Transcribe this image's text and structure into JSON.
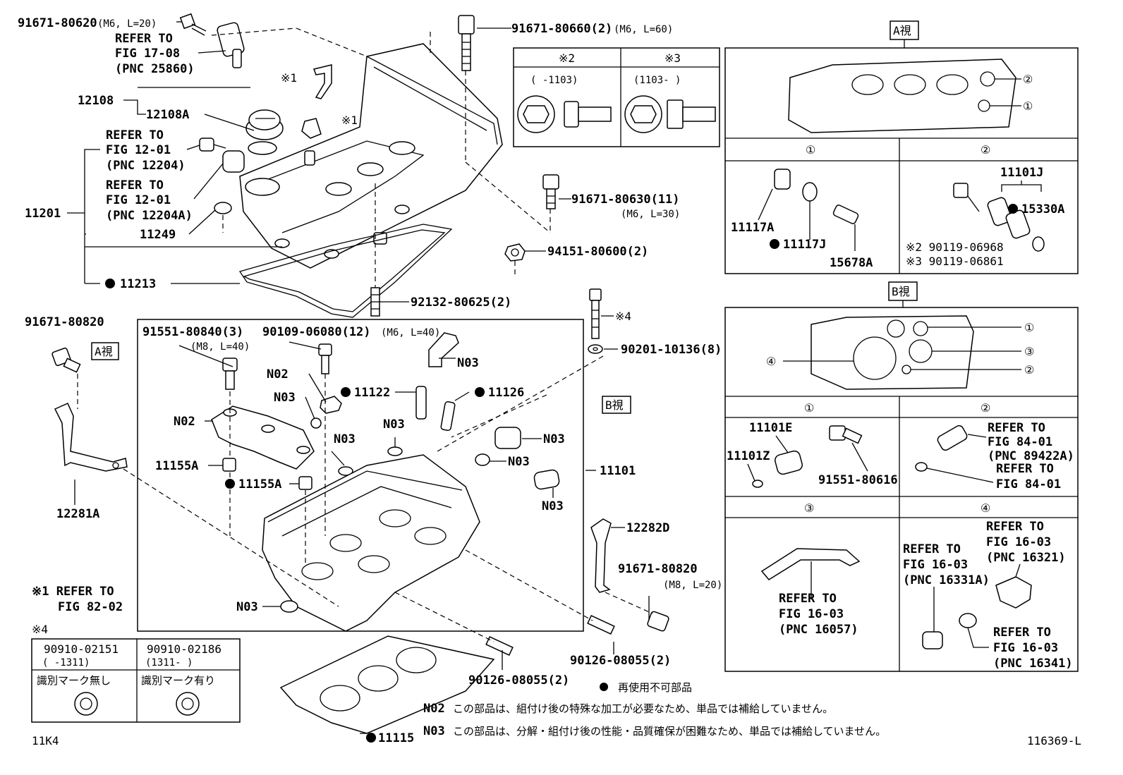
{
  "labels": {
    "p_91671_80620": "91671-80620",
    "p_91671_80620_spec": "(M6, L=20)",
    "refer_17_08_a": "REFER TO",
    "refer_17_08_b": "FIG 17-08",
    "refer_17_08_c": "(PNC 25860)",
    "p_91671_80660": "91671-80660(2)",
    "p_91671_80660_spec": "(M6, L=60)",
    "p_12108": "12108",
    "p_12108A": "12108A",
    "note1_mark_a": "※1",
    "note1_mark_b": "※1",
    "refer_12_01_a1": "REFER TO",
    "refer_12_01_a2": "FIG 12-01",
    "refer_12_01_a3": "(PNC 12204)",
    "refer_12_01_b1": "REFER TO",
    "refer_12_01_b2": "FIG 12-01",
    "refer_12_01_b3": "(PNC 12204A)",
    "p_11201": "11201",
    "p_11249": "11249",
    "p_11213": "11213",
    "p_91671_80630": "91671-80630(11)",
    "p_91671_80630_spec": "(M6, L=30)",
    "p_94151_80600": "94151-80600(2)",
    "p_92132_80625": "92132-80625(2)",
    "p_91671_80820_a": "91671-80820",
    "view_a_small": "A視",
    "p_91551_80840": "91551-80840(3)",
    "p_91551_80840_spec": "(M8, L=40)",
    "p_90109_06080": "90109-06080(12)",
    "p_90109_06080_spec": "(M6, L=40)",
    "n02_a": "N02",
    "n03_a": "N03",
    "n03_b": "N03",
    "p_11122": "11122",
    "p_11126": "11126",
    "n02_b": "N02",
    "n03_c": "N03",
    "n03_d": "N03",
    "n03_e": "N03",
    "n03_f": "N03",
    "n03_g": "N03",
    "n03_h": "N03",
    "p_11155A_a": "11155A",
    "p_11155A_b": "11155A",
    "p_11101": "11101",
    "p_12281A": "12281A",
    "p_12282D": "12282D",
    "p_91671_80820_b": "91671-80820",
    "p_91671_80820_b_spec": "(M8, L=20)",
    "note4_mark": "※4",
    "p_90201_10136": "90201-10136(8)",
    "view_b_small": "B視",
    "p_90126_08055_a": "90126-08055(2)",
    "p_90126_08055_b": "90126-08055(2)",
    "p_11115": "11115",
    "note1_refer_a": "※1 REFER TO",
    "note1_refer_b": "FIG 82-02",
    "note4_title": "※4",
    "note4_col1_part": "90910-02151",
    "note4_col1_range": "(      -1311)",
    "note4_col1_mark": "識別マーク無し",
    "note4_col2_part": "90910-02186",
    "note4_col2_range": "(1311-      )",
    "note4_col2_mark": "識別マーク有り",
    "footer_left": "11K4",
    "footer_right": "116369-L",
    "legend_dot": "再使用不可部品",
    "legend_n02_code": "N02",
    "legend_n02_text": "この部品は、組付け後の特殊な加工が必要なため、単品では補給していません。",
    "legend_n03_code": "N03",
    "legend_n03_text": "この部品は、分解・組付け後の性能・品質確保が困難なため、単品では補給していません。",
    "bolt_table_h1": "※2",
    "bolt_table_h2": "※3",
    "bolt_table_r1": "(      -1103)",
    "bolt_table_r2": "(1103-      )",
    "viewA_title": "A視",
    "viewA_c1": "①",
    "viewA_c2": "②",
    "viewA_sec1": "①",
    "viewA_sec2": "②",
    "p_11117A": "11117A",
    "p_11117J": "11117J",
    "p_15678A": "15678A",
    "p_11101J": "11101J",
    "p_15330A": "15330A",
    "p_90119_06968": "※2 90119-06968",
    "p_90119_06861": "※3 90119-06861",
    "viewB_title": "B視",
    "viewB_c1": "①",
    "viewB_c2": "②",
    "viewB_c3": "③",
    "viewB_c4": "④",
    "viewB_sec1": "①",
    "viewB_sec2": "②",
    "viewB_sec3": "③",
    "viewB_sec4": "④",
    "p_11101E": "11101E",
    "p_11101Z": "11101Z",
    "p_91551_80616": "91551-80616",
    "refer_84_01_a1": "REFER TO",
    "refer_84_01_a2": "FIG 84-01",
    "refer_84_01_a3": "(PNC 89422A)",
    "refer_84_01_b1": "REFER TO",
    "refer_84_01_b2": "FIG 84-01",
    "refer_16_03_a1": "REFER TO",
    "refer_16_03_a2": "FIG 16-03",
    "refer_16_03_a3": "(PNC 16057)",
    "refer_16_03_b1": "REFER TO",
    "refer_16_03_b2": "FIG 16-03",
    "refer_16_03_b3": "(PNC 16321)",
    "refer_16_03_c1": "REFER TO",
    "refer_16_03_c2": "FIG 16-03",
    "refer_16_03_c3": "(PNC 16331A)",
    "refer_16_03_d1": "REFER TO",
    "refer_16_03_d2": "FIG 16-03",
    "refer_16_03_d3": "(PNC 16341)"
  }
}
